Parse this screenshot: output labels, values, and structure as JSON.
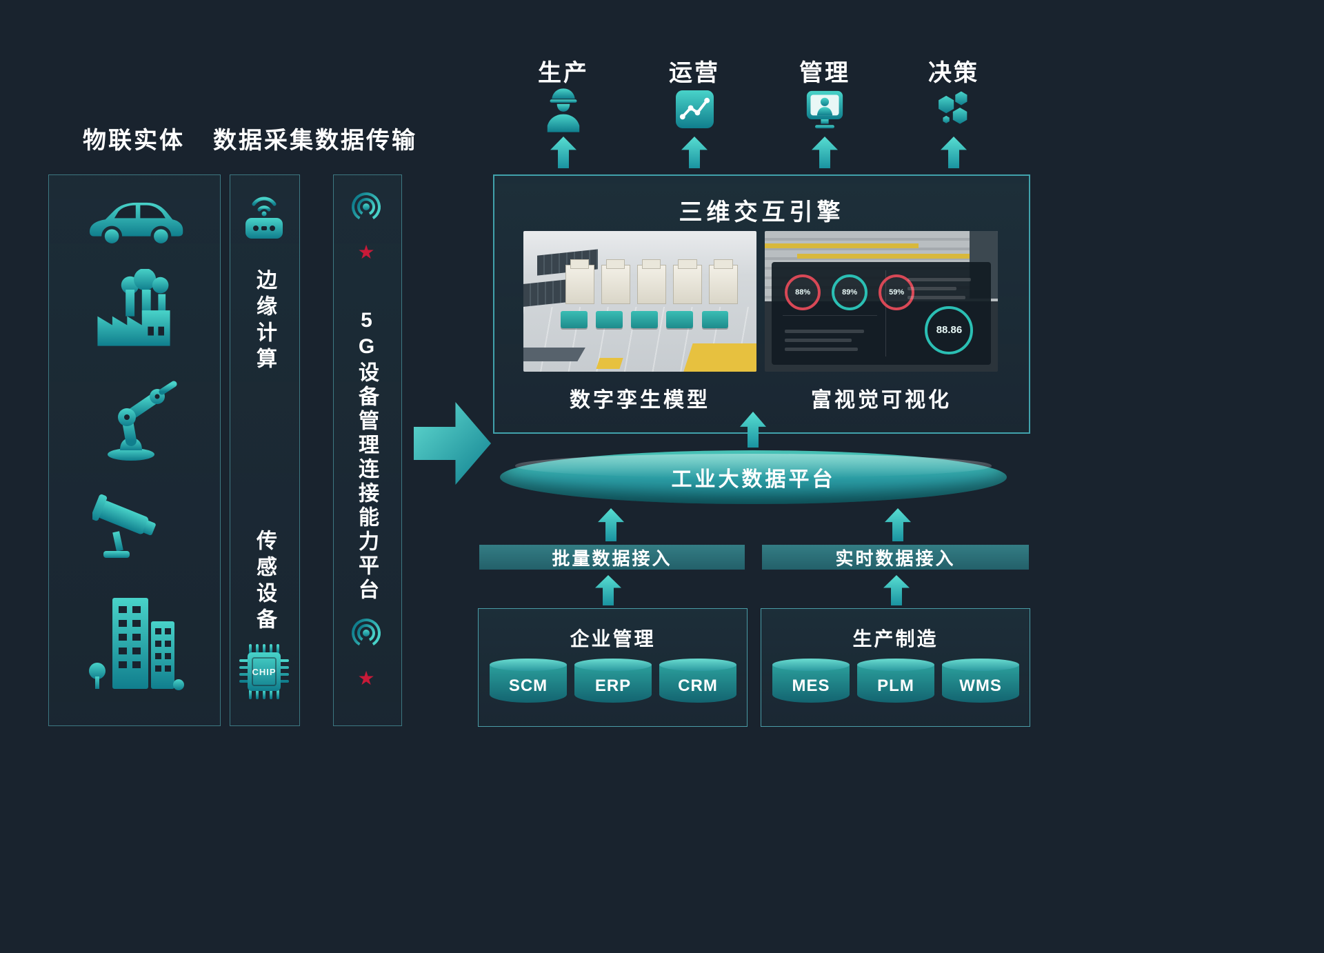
{
  "colors": {
    "bg": "#19232e",
    "accent": "#1fb3b3",
    "red_star": "#c81a38",
    "yellow": "#e7c13f",
    "gauge_red": "#d84856"
  },
  "columns": {
    "entities": {
      "title": "物联实体",
      "icons": [
        "car-icon",
        "factory-icon",
        "robot-arm-icon",
        "cctv-camera-icon",
        "city-buildings-icon"
      ]
    },
    "collection": {
      "title": "数据采集",
      "edge_label": "边缘计算",
      "sensor_label": "传感设备",
      "chip_text": "CHIP",
      "icons": [
        "edge-gateway-icon",
        "chip-icon"
      ]
    },
    "transmission": {
      "title": "数据传输",
      "platform_label": "5G设备管理连接能力平台",
      "icons": [
        "antenna-icon",
        "antenna-icon"
      ],
      "star": "★"
    }
  },
  "outputs": [
    {
      "label": "生产",
      "icon": "worker-icon"
    },
    {
      "label": "运营",
      "icon": "line-chart-icon"
    },
    {
      "label": "管理",
      "icon": "person-monitor-icon"
    },
    {
      "label": "决策",
      "icon": "hexagons-icon"
    }
  ],
  "engine": {
    "title": "三维交互引擎",
    "left_caption": "数字孪生模型",
    "right_caption": "富视觉可视化",
    "gauges": [
      {
        "value": "88%"
      },
      {
        "value": "89%"
      },
      {
        "value": "59%"
      }
    ],
    "score": "88.86"
  },
  "platform": {
    "label": "工业大数据平台"
  },
  "ingest": {
    "batch": "批量数据接入",
    "realtime": "实时数据接入"
  },
  "systems": {
    "enterprise": {
      "title": "企业管理",
      "items": [
        "SCM",
        "ERP",
        "CRM"
      ]
    },
    "manufacturing": {
      "title": "生产制造",
      "items": [
        "MES",
        "PLM",
        "WMS"
      ]
    }
  }
}
